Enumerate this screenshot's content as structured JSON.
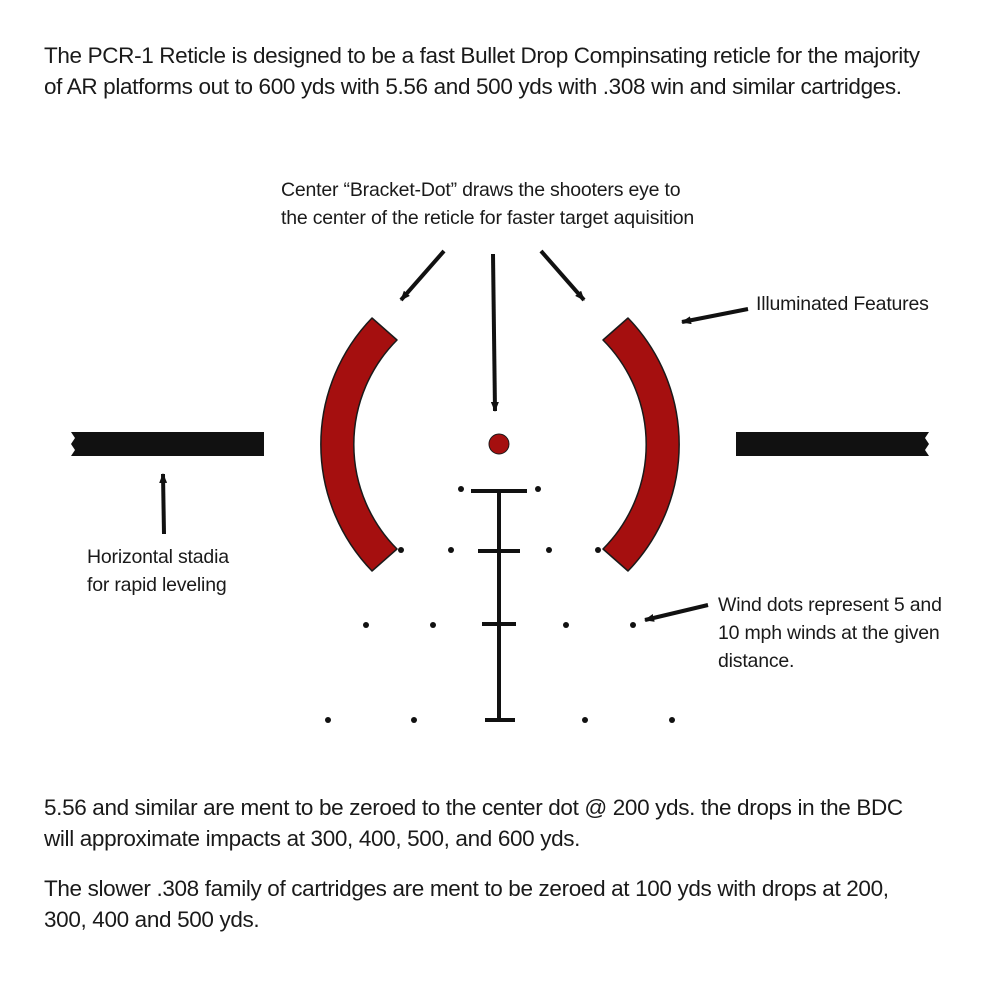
{
  "intro": {
    "line1": "The PCR-1 Reticle is designed to be a fast Bullet Drop Compinsating reticle for the majority",
    "line2": "of AR platforms out to 600 yds with 5.56 and 500 yds with .308 win and similar cartridges."
  },
  "callouts": {
    "bracket_dot": {
      "line1": "Center “Bracket-Dot” draws the shooters eye to",
      "line2": "the center of the reticle for faster target aquisition"
    },
    "illuminated": {
      "line1": "Illuminated Features"
    },
    "stadia": {
      "line1": "Horizontal stadia",
      "line2": "for rapid leveling"
    },
    "wind_dots": {
      "line1": "Wind dots represent 5 and",
      "line2": "10 mph winds at the given",
      "line3": "distance."
    }
  },
  "notes": {
    "note1_line1": "5.56 and similar are ment to be zeroed to the center dot @ 200 yds. the drops in the BDC",
    "note1_line2": "will approximate impacts at 300, 400, 500, and 600 yds.",
    "note2_line1": "The slower .308 family of cartridges are ment to be zeroed at 100 yds with drops at 200,",
    "note2_line2": "300, 400 and 500 yds."
  },
  "colors": {
    "illuminated": "#a50f0f",
    "reticle": "#111111",
    "text": "#1a1a1a"
  }
}
